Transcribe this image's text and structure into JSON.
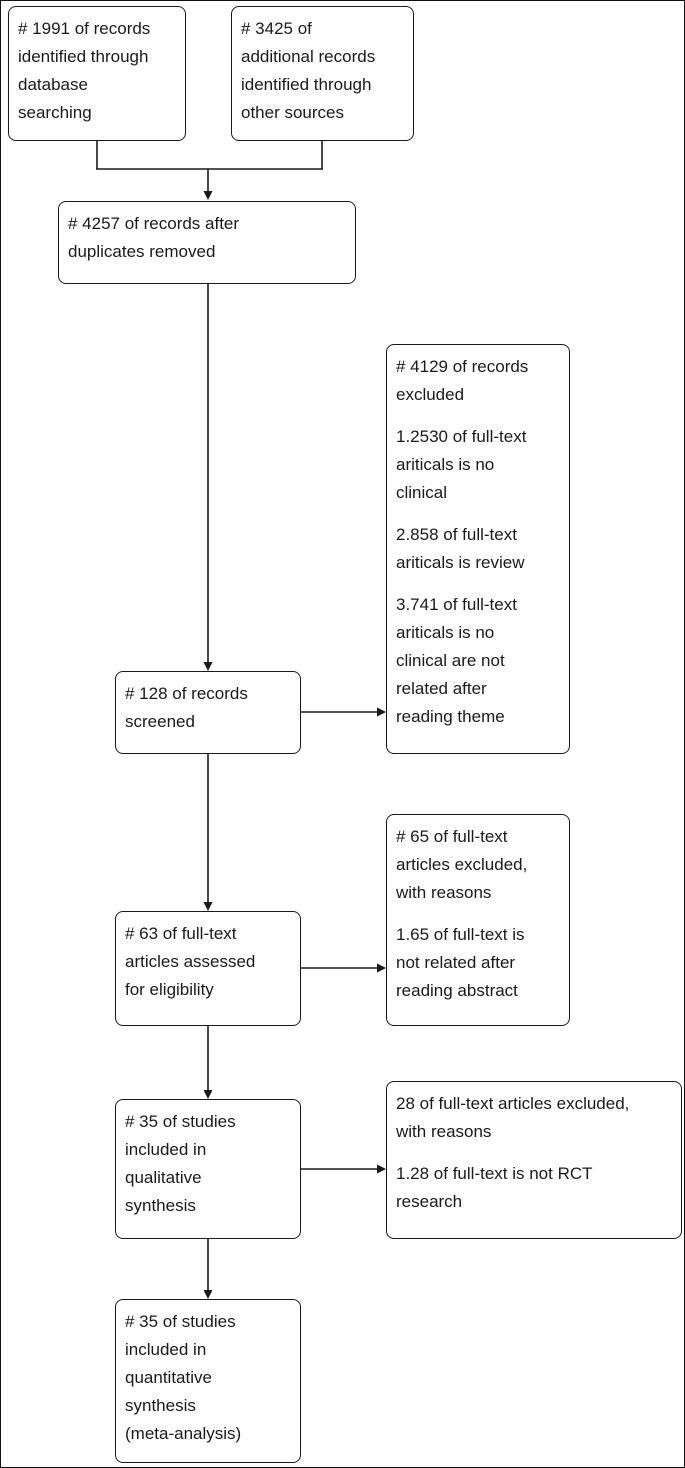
{
  "figure": {
    "type": "prisma-flow-diagram"
  },
  "colors": {
    "line": "#1a1a1a",
    "box_border": "#1a1a1a",
    "text": "#1a1a1a",
    "background": "#ffffff"
  },
  "boxes": {
    "identified_database": "# 1991 of records\nidentified through\ndatabase\nsearching",
    "identified_other": "# 3425 of\nadditional records\nidentified through\nother sources",
    "after_duplicates": "# 4257 of records after\nduplicates removed",
    "records_screened": "# 128 of records\nscreened",
    "records_excluded": {
      "paragraphs": [
        "# 4129 of records\nexcluded",
        "1.2530 of full-text\nariticals is no\nclinical",
        "2.858 of full-text\nariticals is review",
        "3.741 of full-text\nariticals is no\nclinical are not\nrelated after\nreading theme"
      ]
    },
    "fulltext_assessed": "# 63 of full-text\narticles assessed\nfor eligibility",
    "fulltext_excluded": {
      "paragraphs": [
        "# 65 of full-text\narticles excluded,\nwith reasons",
        "1.65 of full-text is\nnot related after\nreading abstract"
      ]
    },
    "qualitative_synthesis": "# 35 of studies\nincluded in\nqualitative\nsynthesis",
    "fulltext_excluded_rct": {
      "paragraphs": [
        "28 of full-text articles excluded,\nwith reasons",
        "1.28 of full-text is not RCT\nresearch"
      ]
    },
    "quantitative_synthesis": "# 35 of studies\nincluded in\nquantitative\nsynthesis\n(meta-analysis)"
  }
}
